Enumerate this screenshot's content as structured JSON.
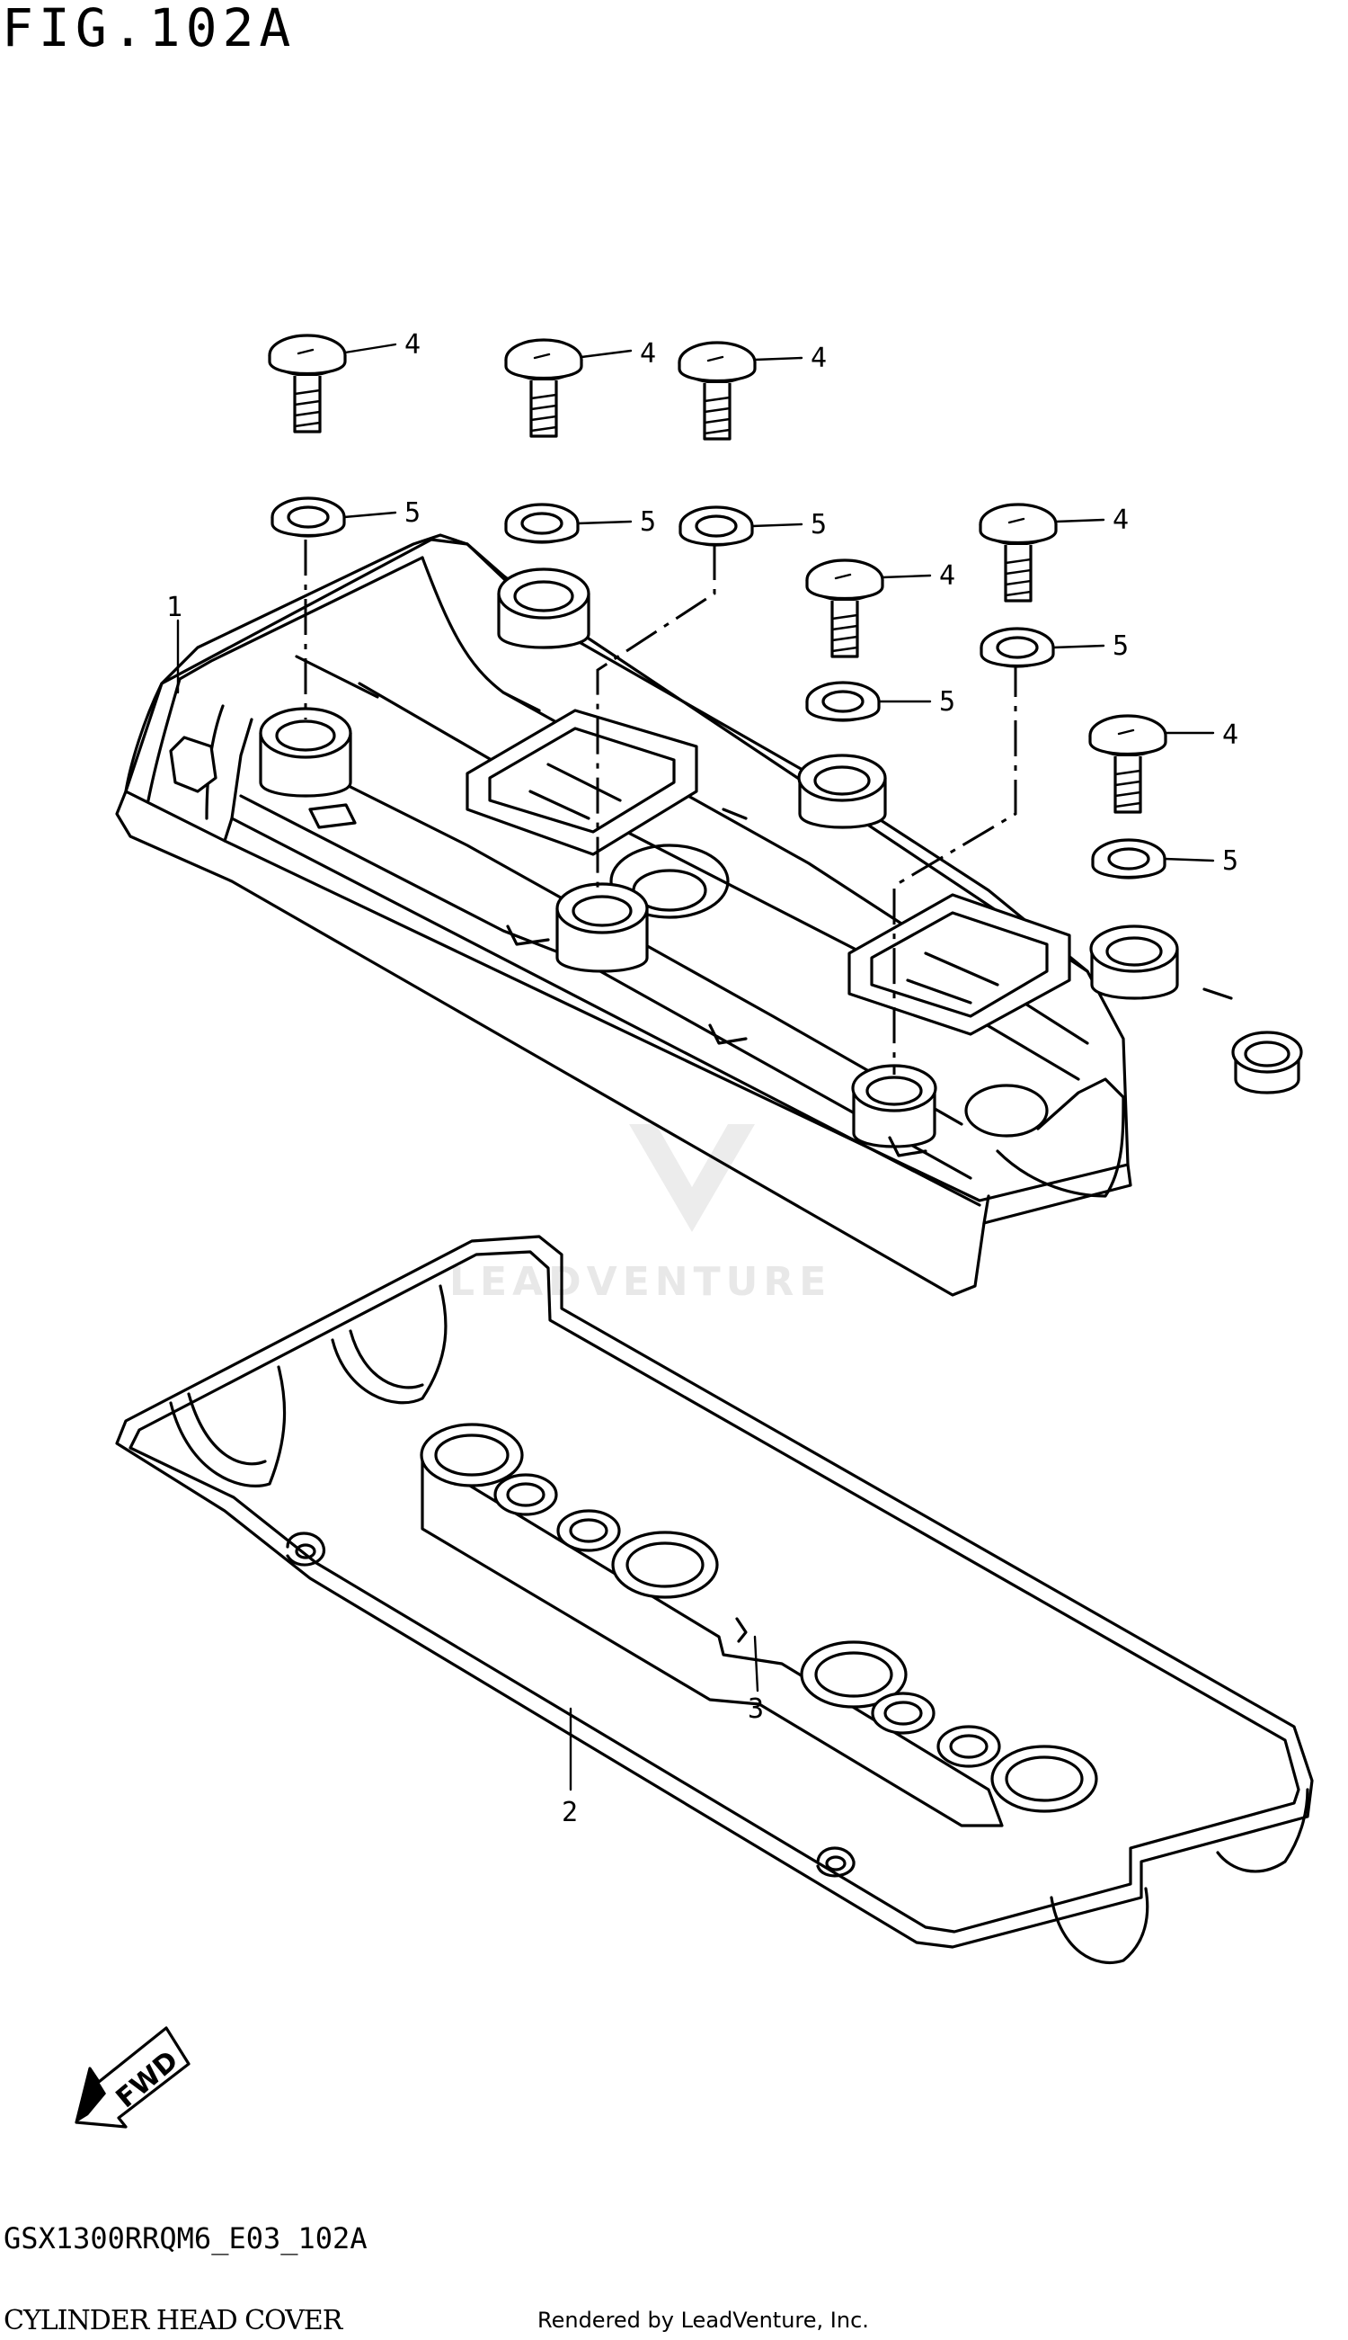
{
  "figure": {
    "title": "FIG.102A",
    "code": "GSX1300RRQM6_E03_102A",
    "name": "CYLINDER HEAD COVER",
    "rendered_by": "Rendered by LeadVenture, Inc.",
    "watermark": "LEADVENTURE",
    "fwd_label": "FWD"
  },
  "callouts": {
    "c1": "1",
    "c2": "2",
    "c3": "3",
    "c4": "4",
    "c5": "5"
  }
}
